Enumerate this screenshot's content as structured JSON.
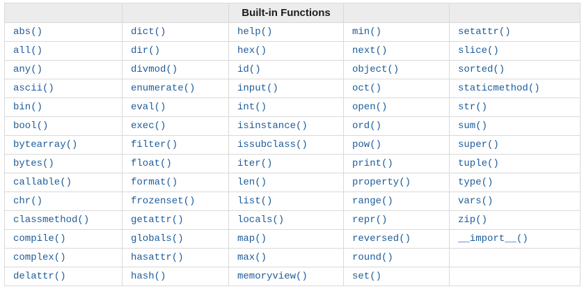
{
  "table": {
    "header": {
      "title": "Built-in Functions",
      "title_column_index": 2,
      "column_count": 5
    },
    "rows": [
      [
        "abs()",
        "dict()",
        "help()",
        "min()",
        "setattr()"
      ],
      [
        "all()",
        "dir()",
        "hex()",
        "next()",
        "slice()"
      ],
      [
        "any()",
        "divmod()",
        "id()",
        "object()",
        "sorted()"
      ],
      [
        "ascii()",
        "enumerate()",
        "input()",
        "oct()",
        "staticmethod()"
      ],
      [
        "bin()",
        "eval()",
        "int()",
        "open()",
        "str()"
      ],
      [
        "bool()",
        "exec()",
        "isinstance()",
        "ord()",
        "sum()"
      ],
      [
        "bytearray()",
        "filter()",
        "issubclass()",
        "pow()",
        "super()"
      ],
      [
        "bytes()",
        "float()",
        "iter()",
        "print()",
        "tuple()"
      ],
      [
        "callable()",
        "format()",
        "len()",
        "property()",
        "type()"
      ],
      [
        "chr()",
        "frozenset()",
        "list()",
        "range()",
        "vars()"
      ],
      [
        "classmethod()",
        "getattr()",
        "locals()",
        "repr()",
        "zip()"
      ],
      [
        "compile()",
        "globals()",
        "map()",
        "reversed()",
        "__import__()"
      ],
      [
        "complex()",
        "hasattr()",
        "max()",
        "round()",
        ""
      ],
      [
        "delattr()",
        "hash()",
        "memoryview()",
        "set()",
        ""
      ]
    ],
    "colors": {
      "link_blue": "#1b5b9b",
      "header_background": "#ececec",
      "border": "#d9d9d9",
      "header_text": "#1c1c1c"
    }
  }
}
